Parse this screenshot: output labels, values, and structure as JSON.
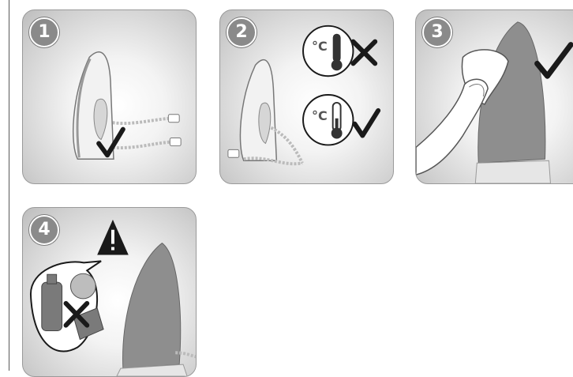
{
  "steps": [
    {
      "number": "1",
      "check_icon": "checkmark-icon"
    },
    {
      "number": "2",
      "temp_label_hot": "°C",
      "temp_label_cool": "°C",
      "hot_icon": "thermometer-hot-icon",
      "cool_icon": "thermometer-cool-icon",
      "wrong_icon": "cross-icon",
      "right_icon": "checkmark-icon"
    },
    {
      "number": "3",
      "check_icon": "checkmark-icon"
    },
    {
      "number": "4",
      "warning_icon": "warning-triangle-icon",
      "forbidden_icon": "cross-icon"
    }
  ],
  "colors": {
    "badge": "#8a8a8a",
    "mark": "#1a1a1a",
    "soleplate": "#8e8e8e"
  }
}
